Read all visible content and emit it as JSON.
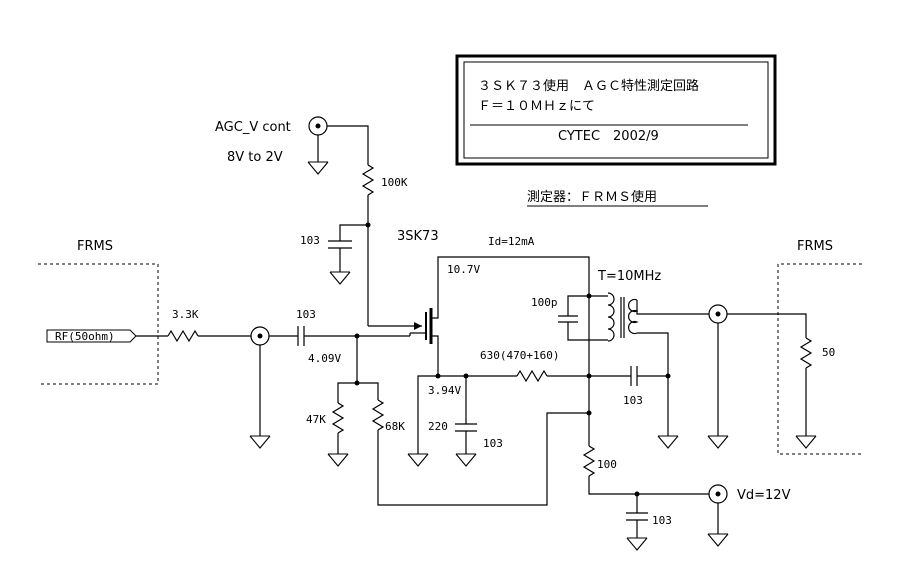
{
  "title_box": {
    "line1": "３ＳＫ７３使用　ＡＧＣ特性測定回路",
    "line2": "Ｆ＝１０ＭＨｚにて",
    "credit": "CYTEC　2002/9"
  },
  "instrument_note": "測定器：ＦＲＭＳ使用",
  "labels": {
    "agc_cont": "AGC_V cont",
    "agc_range": "8V to 2V",
    "r_100k": "100K",
    "c_103_top": "103",
    "transistor": "3SK73",
    "id": "Id=12mA",
    "v_drain": "10.7V",
    "transformer": "T=10MHz",
    "c_100p": "100p",
    "frms_left": "FRMS",
    "frms_right": "FRMS",
    "rf_input": "RF(50ohm)",
    "r_3k3": "3.3K",
    "c_103_in": "103",
    "v_gate": "4.09V",
    "r_47k": "47K",
    "r_68k": "68K",
    "v_source": "3.94V",
    "c_220": "220",
    "c_103_src": "103",
    "r_630": "630(470+160)",
    "c_103_drain": "103",
    "r_100": "100",
    "vd": "Vd=12V",
    "c_103_vd": "103",
    "r_50": "50"
  }
}
